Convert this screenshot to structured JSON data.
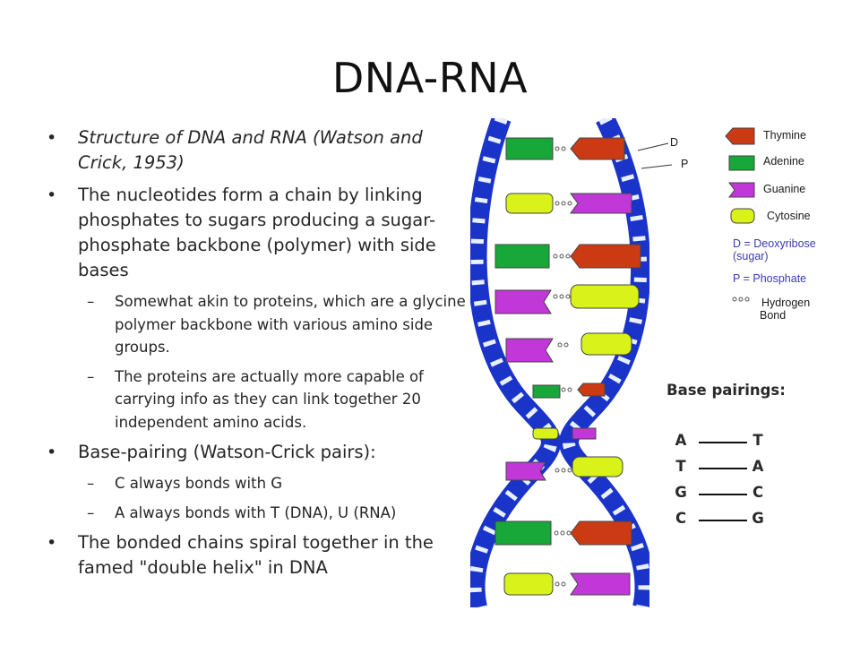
{
  "title": "DNA-RNA",
  "bullets": {
    "b1": "Structure of DNA and RNA (Watson and Crick, 1953)",
    "b2": "The nucleotides form a chain by linking phosphates to sugars producing a sugar-phosphate backbone (polymer) with side bases",
    "b2_sub1": "Somewhat akin to proteins, which are a glycine polymer backbone with various amino side groups.",
    "b2_sub2": "The proteins are actually more capable of carrying info as they can link together 20 independent amino acids.",
    "b3": "Base-pairing (Watson-Crick pairs):",
    "b3_sub1": "C always bonds with G",
    "b3_sub2": "A always bonds with T (DNA), U (RNA)",
    "b4": "The bonded chains spiral together in the famed \"double helix\" in DNA"
  },
  "diagram": {
    "labels": {
      "d": "D",
      "p": "P"
    },
    "legend": {
      "thymine": "Thymine",
      "adenine": "Adenine",
      "guanine": "Guanine",
      "cytosine": "Cytosine",
      "d_line1": "D = Deoxyribose",
      "d_line2": "(sugar)",
      "p_line": "P = Phosphate",
      "h_line1": "Hydrogen",
      "h_line2": "Bond"
    },
    "colors": {
      "backbone": "#1a34c9",
      "rung_white": "#e8f0ff",
      "thymine": "#cc3a14",
      "adenine": "#18a83a",
      "guanine": "#c237d8",
      "cytosine": "#d8f21a"
    }
  },
  "pairings": {
    "title": "Base pairings:",
    "rows": [
      {
        "left": "A",
        "right": "T"
      },
      {
        "left": "T",
        "right": "A"
      },
      {
        "left": "G",
        "right": "C"
      },
      {
        "left": "C",
        "right": "G"
      }
    ]
  }
}
